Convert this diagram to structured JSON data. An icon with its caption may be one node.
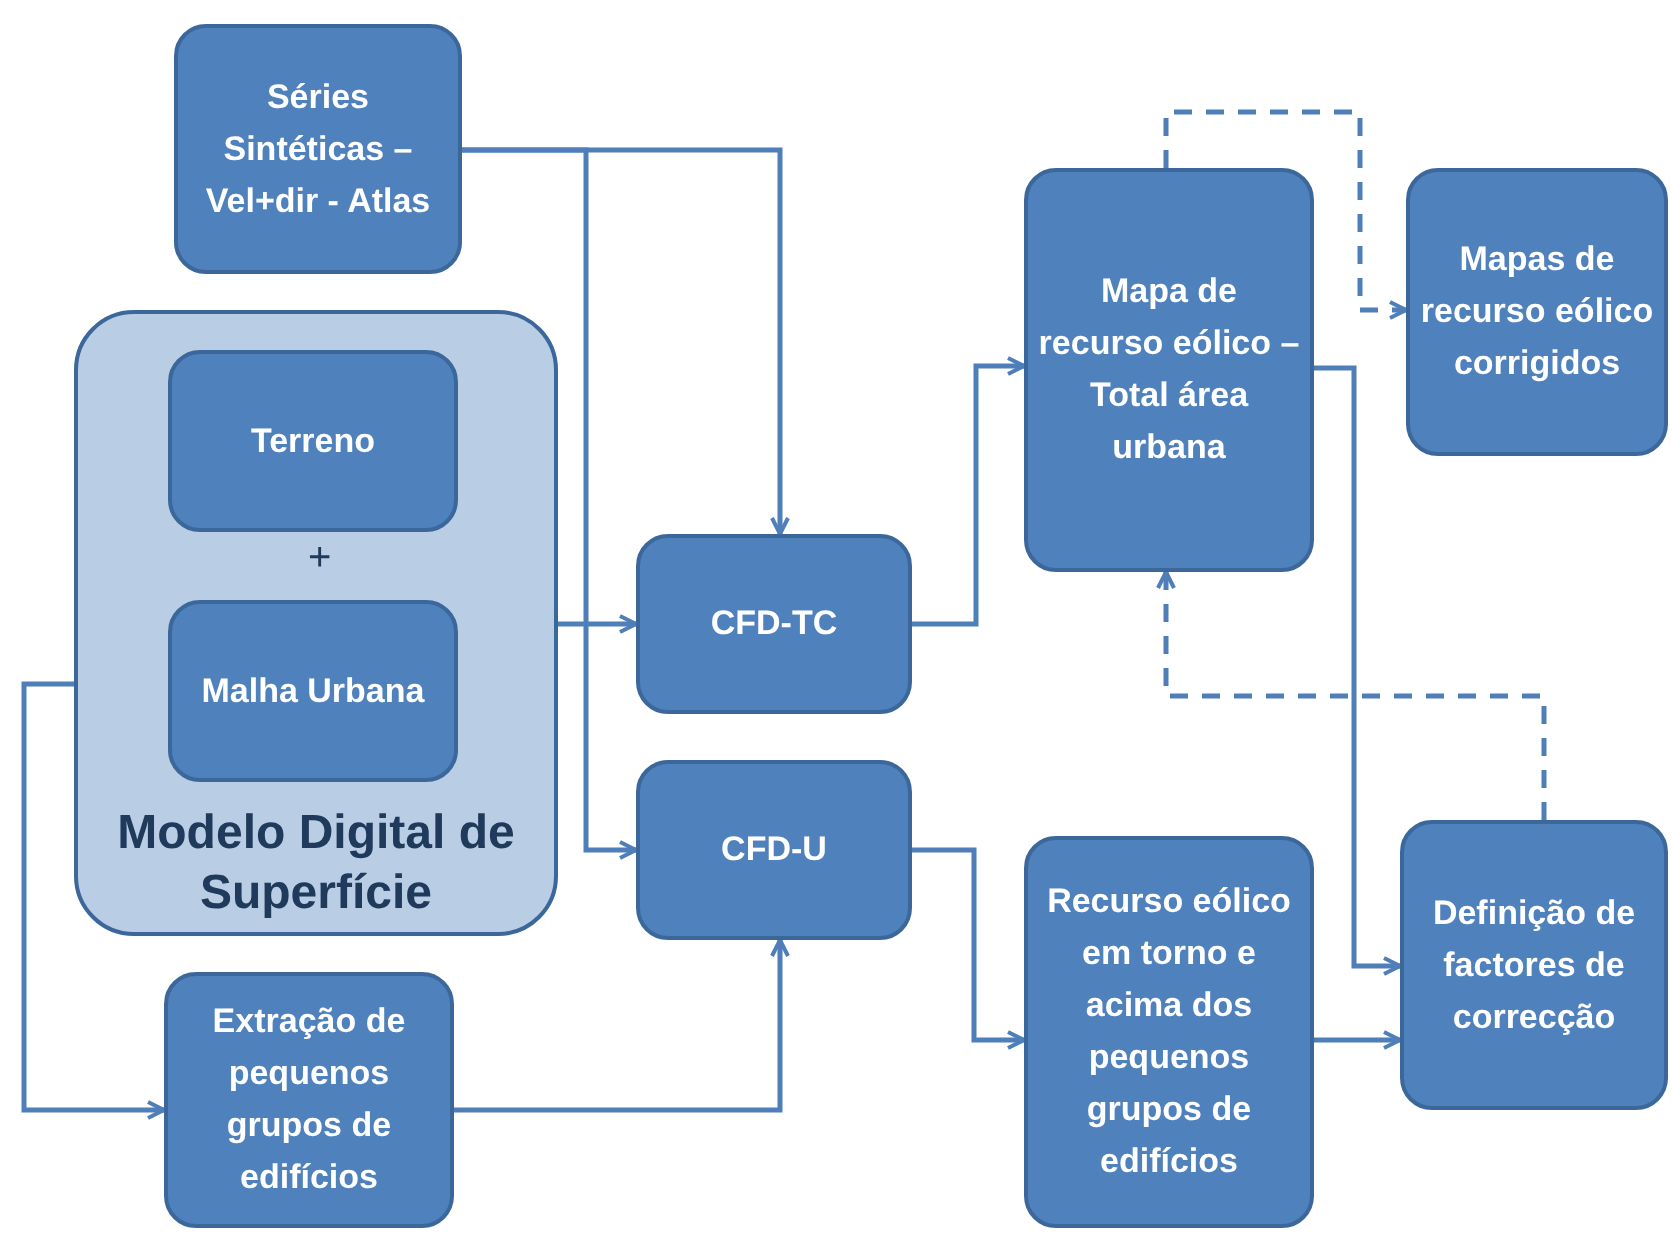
{
  "diagram": {
    "nodes": [
      {
        "text": [
          "Séries Sintéticas – Vel+dir - Atlas"
        ]
      },
      {
        "text": [
          "Modelo Digital de Superfície"
        ]
      },
      {
        "text": [
          "Terreno"
        ],
        "in": 1
      },
      {
        "text": [
          "Malha Urbana"
        ],
        "in": 1
      },
      {
        "text": [
          "CFD-TC"
        ]
      },
      {
        "text": [
          "CFD-U"
        ]
      },
      {
        "text": [
          "Extração de pequenos grupos de edifícios"
        ]
      },
      {
        "text": [
          "Mapa de recurso eólico – Total área urbana"
        ]
      },
      {
        "text": [
          "Mapas de recurso eólico corrigidos"
        ]
      },
      {
        "text": [
          "Recurso eólico em torno e acima dos pequenos grupos de edifícios"
        ]
      },
      {
        "text": [
          "Definição de factores de correcção"
        ]
      }
    ],
    "edges": [
      {
        "from": 0,
        "to": 4,
        "arrow": "to"
      },
      {
        "from": 0,
        "to": 5,
        "arrow": "to"
      },
      {
        "from": 1,
        "to": 4,
        "arrow": "to"
      },
      {
        "from": 3,
        "to": 6,
        "arrow": "to"
      },
      {
        "from": 6,
        "to": 5,
        "arrow": "to"
      },
      {
        "from": 4,
        "to": 7,
        "arrow": "to"
      },
      {
        "from": 7,
        "to": 8,
        "arrow": "to",
        "style": "dashed"
      },
      {
        "from": 7,
        "to": 10,
        "arrow": "to"
      },
      {
        "from": 5,
        "to": 9,
        "arrow": "to"
      },
      {
        "from": 9,
        "to": 10,
        "arrow": "to"
      },
      {
        "from": 10,
        "to": 7,
        "arrow": "to",
        "style": "dashed"
      }
    ],
    "labels": [
      "+"
    ]
  }
}
